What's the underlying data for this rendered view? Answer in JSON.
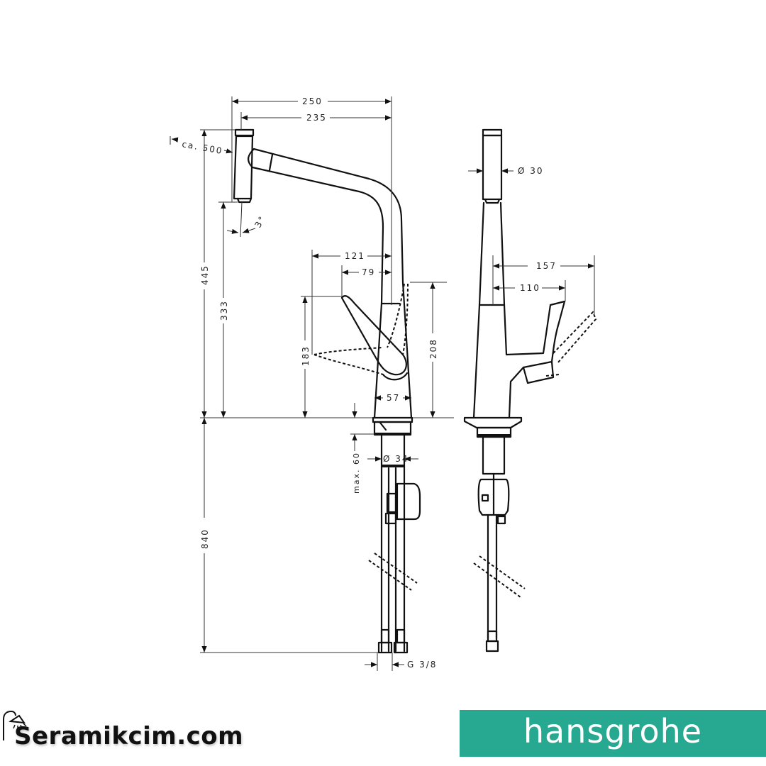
{
  "drawing": {
    "title": "Kitchen faucet technical drawing",
    "front_view": {
      "dimensions": {
        "overall_reach": "250",
        "spout_reach": "235",
        "pullout_length": "ca. 500",
        "tilt_angle": "3°",
        "total_height": "445",
        "spout_height": "333",
        "handle_reach_outer": "121",
        "handle_reach_inner": "79",
        "handle_height": "183",
        "body_height": "208",
        "base_width": "57",
        "max_deck_thickness": "max. 60",
        "shank_diameter": "Ø 34",
        "hose_length": "840",
        "connection_thread": "G 3/8"
      }
    },
    "side_view": {
      "dimensions": {
        "spout_diameter": "Ø 30",
        "lever_reach_open": "157",
        "lever_reach_closed": "110"
      }
    }
  },
  "footer": {
    "left_logo": {
      "text": "Seramikcim.com",
      "icon": "shower-head-icon"
    },
    "right_logo": {
      "text": "hansgrohe",
      "background": "#27a891",
      "color": "#ffffff"
    }
  }
}
